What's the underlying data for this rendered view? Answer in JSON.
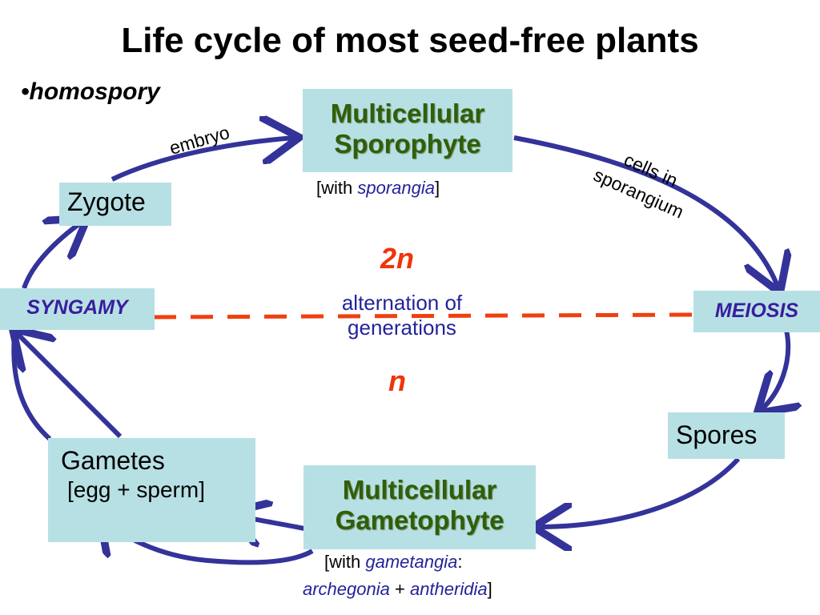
{
  "title": "Life cycle of most seed-free plants",
  "bullet": "•homospory",
  "sporophyte": {
    "line1": "Multicellular",
    "line2": "Sporophyte"
  },
  "sporophyte_caption": {
    "pre": "[with ",
    "term": "sporangia",
    "post": "]"
  },
  "gametophyte": {
    "line1": "Multicellular",
    "line2": "Gametophyte"
  },
  "gametophyte_caption": {
    "pre": "[with ",
    "term": "gametangia",
    "colon": ":",
    "term2": "archegonia",
    "plus": " + ",
    "term3": "antheridia",
    "post": "]"
  },
  "zygote": "Zygote",
  "syngamy": "SYNGAMY",
  "meiosis": "MEIOSIS",
  "spores": "Spores",
  "gametes": {
    "line1": "Gametes",
    "line2": "[egg + sperm]"
  },
  "arc_labels": {
    "embryo": "embryo",
    "cells_line1": "cells in",
    "cells_line2": "sporangium"
  },
  "ploidy": {
    "diploid": "2n",
    "haploid": "n"
  },
  "alternation": {
    "line1": "alternation of",
    "line2": "generations"
  },
  "colors": {
    "arrow": "#33339a",
    "divider": "#f0400e",
    "box_fill": "#b7e0e4",
    "multicellular_text": "#2f5f0a",
    "stage_text": "#3a1d9e"
  }
}
